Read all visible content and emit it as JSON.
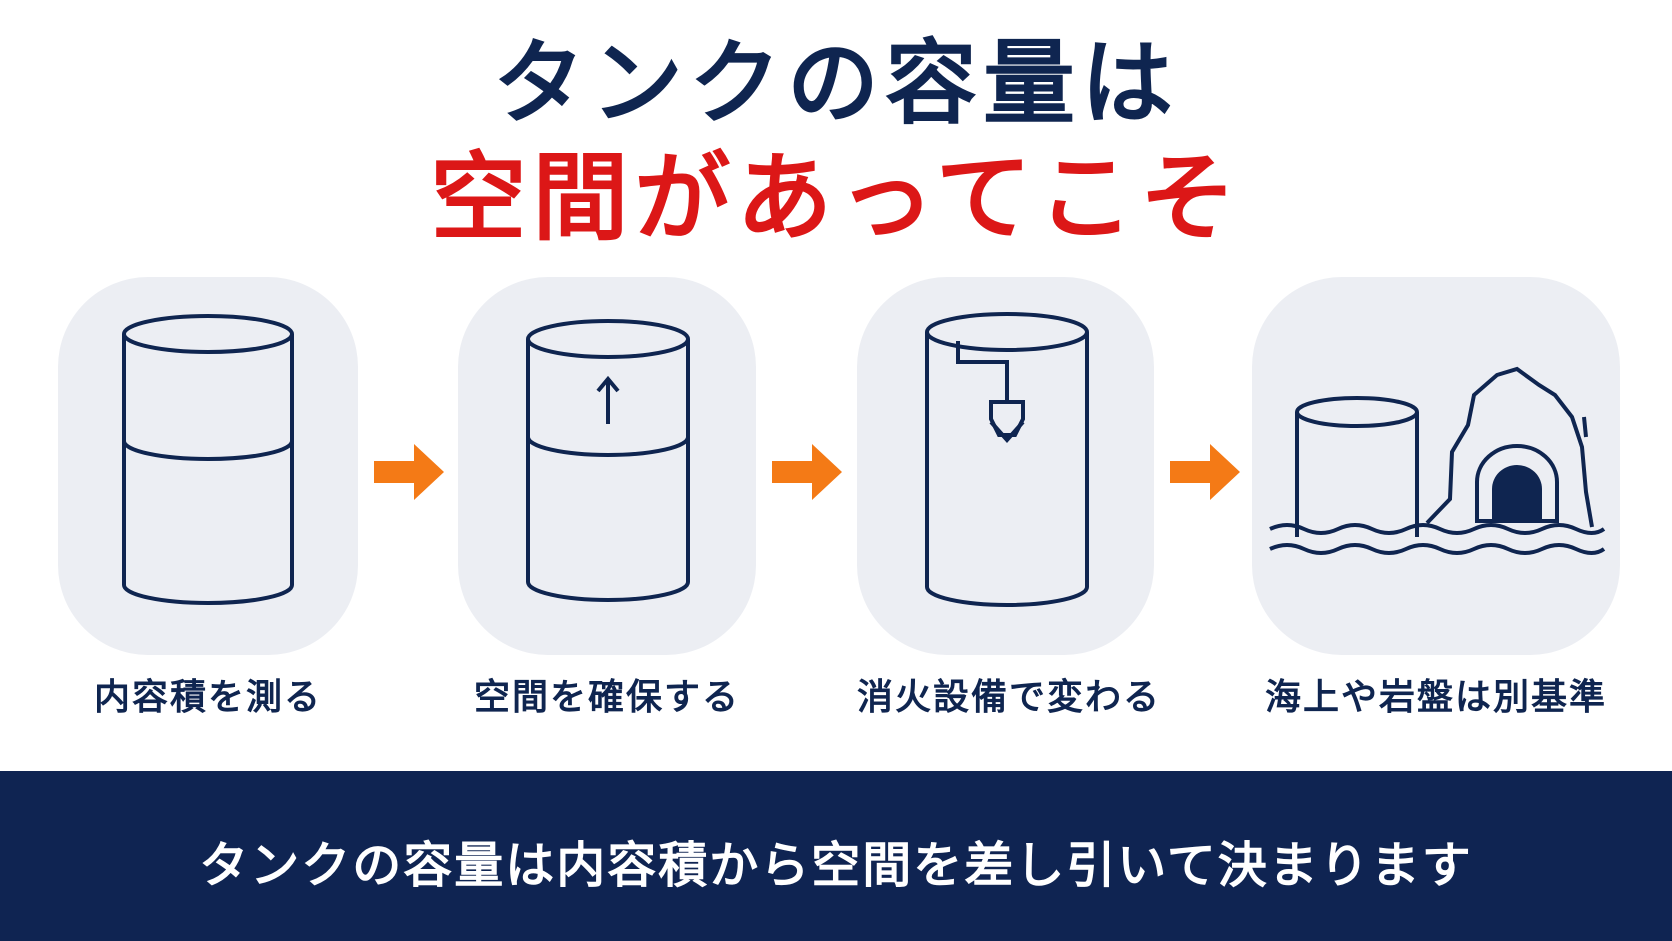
{
  "title": {
    "line1": "タンクの容量は",
    "line2": "空間があってこそ"
  },
  "steps": [
    {
      "label": "内容積を測る",
      "icon": "tank-icon"
    },
    {
      "label": "空間を確保する",
      "icon": "tank-headspace-icon"
    },
    {
      "label": "消火設備で変わる",
      "icon": "tank-fire-suppression-icon"
    },
    {
      "label": "海上や岩盤は別基準",
      "icon": "tank-sea-rock-icon"
    }
  ],
  "footer": {
    "text": "タンクの容量は内容積から空間を差し引いて決まります"
  },
  "colors": {
    "navy": "#0f2550",
    "red": "#dc1717",
    "orange": "#f47a16",
    "card": "#eceef3",
    "footer": "#0f2452"
  }
}
